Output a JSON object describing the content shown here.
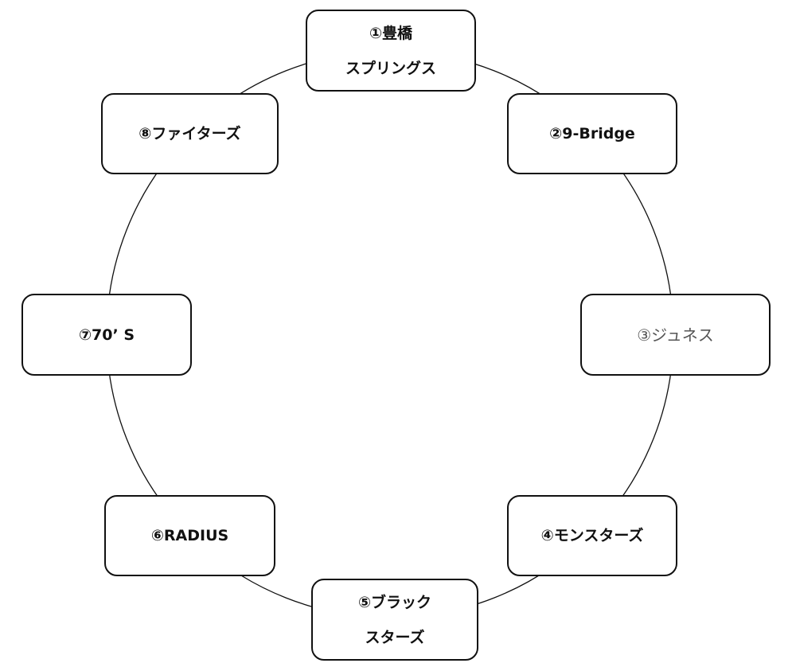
{
  "teams": [
    {
      "lines": [
        "①豊橋",
        "スプリングス"
      ]
    },
    {
      "lines": [
        "②9-Bridge"
      ]
    },
    {
      "lines": [
        "③ジュネス"
      ]
    },
    {
      "lines": [
        "④モンスターズ"
      ]
    },
    {
      "lines": [
        "⑤ブラック",
        "スターズ"
      ]
    },
    {
      "lines": [
        "⑥RADIUS"
      ]
    },
    {
      "lines": [
        "⑦70’ S"
      ]
    },
    {
      "lines": [
        "⑧ファイターズ"
      ]
    }
  ]
}
